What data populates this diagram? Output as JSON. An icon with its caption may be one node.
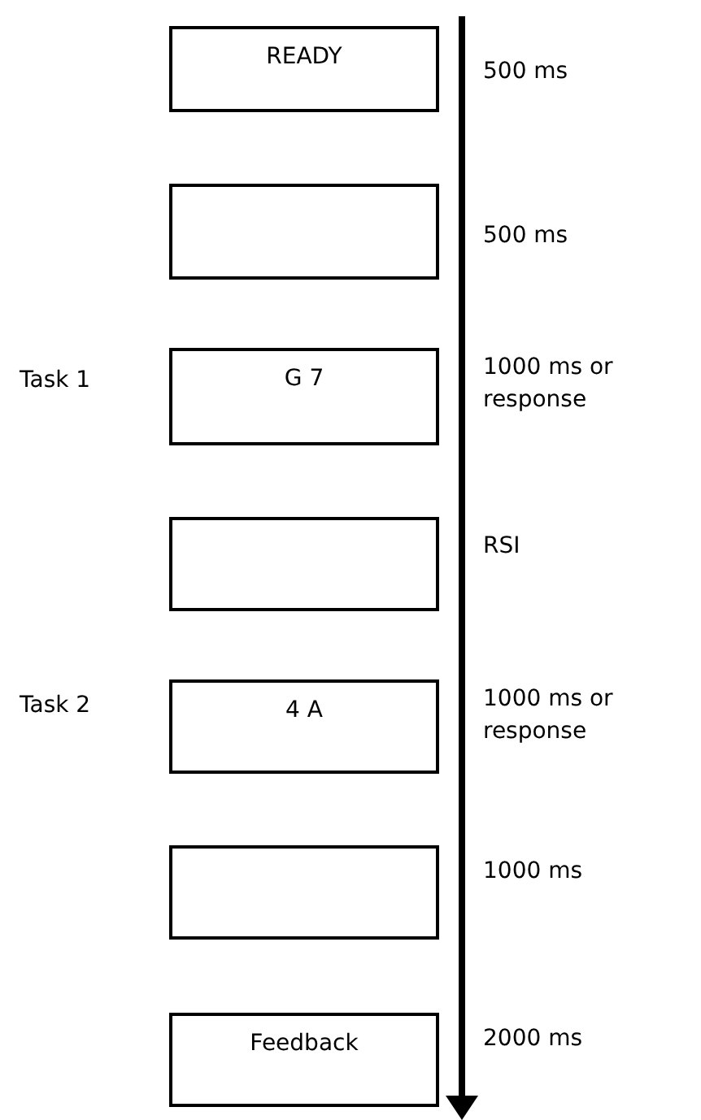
{
  "diagram": {
    "nodes": [
      {
        "text": [
          "READY"
        ],
        "beside": [
          "500 ms"
        ]
      },
      {
        "text": [],
        "shape": "box",
        "beside": [
          "500 ms"
        ]
      },
      {
        "text": [
          "G 7"
        ],
        "beside": [
          "1000 ms or response"
        ]
      },
      {
        "text": [],
        "shape": "box",
        "beside": [
          "RSI"
        ]
      },
      {
        "text": [
          "4 A"
        ],
        "beside": [
          "1000 ms or response"
        ]
      },
      {
        "text": [],
        "shape": "box",
        "beside": [
          "1000 ms"
        ]
      },
      {
        "text": [
          "Feedback"
        ],
        "beside": [
          "2000 ms"
        ]
      }
    ],
    "edges": [],
    "labels": [
      "Task 1",
      "Task 2"
    ]
  }
}
